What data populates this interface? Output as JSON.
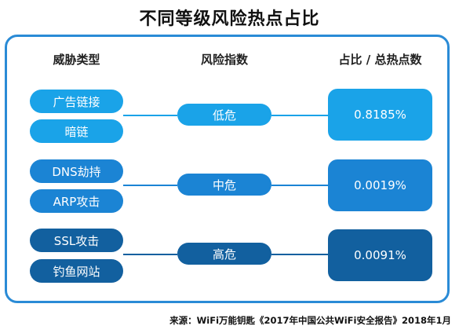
{
  "title": "不同等级风险热点占比",
  "columns": {
    "threat_type": "威胁类型",
    "risk_index": "风险指数",
    "ratio": "占比 / 总热点数"
  },
  "groups": [
    {
      "threats": [
        "广告链接",
        "暗链"
      ],
      "level": "低危",
      "ratio": "0.8185%",
      "color": "#1aa3e8"
    },
    {
      "threats": [
        "DNS劫持",
        "ARP攻击"
      ],
      "level": "中危",
      "ratio": "0.0019%",
      "color": "#1b84d4"
    },
    {
      "threats": [
        "SSL攻击",
        "钓鱼网站"
      ],
      "level": "高危",
      "ratio": "0.0091%",
      "color": "#12609f"
    }
  ],
  "source": "来源：WiFi万能钥匙《2017年中国公共WiFi安全报告》2018年1月"
}
